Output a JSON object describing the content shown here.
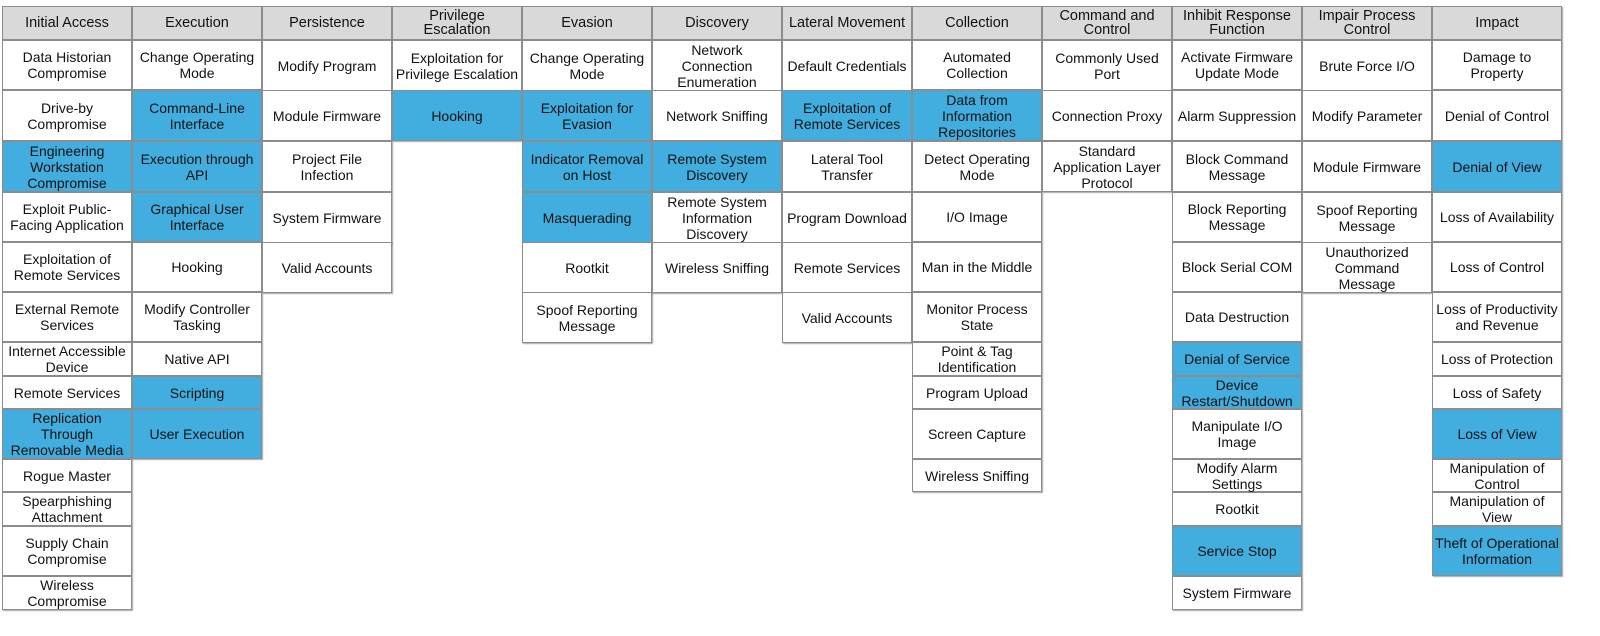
{
  "matrix": {
    "highlight_color": "#41aedf",
    "header_color": "#d9d9d9",
    "columns": [
      {
        "title": "Initial Access",
        "cells": [
          {
            "label": "Data Historian Compromise",
            "highlighted": false
          },
          {
            "label": "Drive-by Compromise",
            "highlighted": false
          },
          {
            "label": "Engineering Workstation Compromise",
            "highlighted": true
          },
          {
            "label": "Exploit Public-Facing Application",
            "highlighted": false
          },
          {
            "label": "Exploitation of Remote Services",
            "highlighted": false
          },
          {
            "label": "External Remote Services",
            "highlighted": false
          },
          {
            "label": "Internet Accessible Device",
            "highlighted": false
          },
          {
            "label": "Remote Services",
            "highlighted": false
          },
          {
            "label": "Replication Through Removable Media",
            "highlighted": true
          },
          {
            "label": "Rogue Master",
            "highlighted": false
          },
          {
            "label": "Spearphishing Attachment",
            "highlighted": false
          },
          {
            "label": "Supply Chain Compromise",
            "highlighted": false
          },
          {
            "label": "Wireless Compromise",
            "highlighted": false
          }
        ]
      },
      {
        "title": "Execution",
        "cells": [
          {
            "label": "Change Operating Mode",
            "highlighted": false
          },
          {
            "label": "Command-Line Interface",
            "highlighted": true
          },
          {
            "label": "Execution through API",
            "highlighted": true
          },
          {
            "label": "Graphical User Interface",
            "highlighted": true
          },
          {
            "label": "Hooking",
            "highlighted": false
          },
          {
            "label": "Modify Controller Tasking",
            "highlighted": false
          },
          {
            "label": "Native API",
            "highlighted": false
          },
          {
            "label": "Scripting",
            "highlighted": true
          },
          {
            "label": "User Execution",
            "highlighted": true
          }
        ]
      },
      {
        "title": "Persistence",
        "cells": [
          {
            "label": "Modify Program",
            "highlighted": false
          },
          {
            "label": "Module Firmware",
            "highlighted": false
          },
          {
            "label": "Project File Infection",
            "highlighted": false
          },
          {
            "label": "System Firmware",
            "highlighted": false
          },
          {
            "label": "Valid Accounts",
            "highlighted": false
          }
        ]
      },
      {
        "title": "Privilege Escalation",
        "cells": [
          {
            "label": "Exploitation for Privilege Escalation",
            "highlighted": false
          },
          {
            "label": "Hooking",
            "highlighted": true
          }
        ]
      },
      {
        "title": "Evasion",
        "cells": [
          {
            "label": "Change Operating Mode",
            "highlighted": false
          },
          {
            "label": "Exploitation for Evasion",
            "highlighted": true
          },
          {
            "label": "Indicator Removal on Host",
            "highlighted": true
          },
          {
            "label": "Masquerading",
            "highlighted": true
          },
          {
            "label": "Rootkit",
            "highlighted": false
          },
          {
            "label": "Spoof Reporting Message",
            "highlighted": false
          }
        ]
      },
      {
        "title": "Discovery",
        "cells": [
          {
            "label": "Network Connection Enumeration",
            "highlighted": false
          },
          {
            "label": "Network Sniffing",
            "highlighted": false
          },
          {
            "label": "Remote System Discovery",
            "highlighted": true
          },
          {
            "label": "Remote System Information Discovery",
            "highlighted": false
          },
          {
            "label": "Wireless Sniffing",
            "highlighted": false
          }
        ]
      },
      {
        "title": "Lateral Movement",
        "cells": [
          {
            "label": "Default Credentials",
            "highlighted": false
          },
          {
            "label": "Exploitation of Remote Services",
            "highlighted": true
          },
          {
            "label": "Lateral Tool Transfer",
            "highlighted": false
          },
          {
            "label": "Program Download",
            "highlighted": false
          },
          {
            "label": "Remote Services",
            "highlighted": false
          },
          {
            "label": "Valid Accounts",
            "highlighted": false
          }
        ]
      },
      {
        "title": "Collection",
        "cells": [
          {
            "label": "Automated Collection",
            "highlighted": false
          },
          {
            "label": "Data from Information Repositories",
            "highlighted": true
          },
          {
            "label": "Detect Operating Mode",
            "highlighted": false
          },
          {
            "label": "I/O Image",
            "highlighted": false
          },
          {
            "label": "Man in the Middle",
            "highlighted": false
          },
          {
            "label": "Monitor Process State",
            "highlighted": false
          },
          {
            "label": "Point & Tag Identification",
            "highlighted": false
          },
          {
            "label": "Program Upload",
            "highlighted": false
          },
          {
            "label": "Screen Capture",
            "highlighted": false
          },
          {
            "label": "Wireless Sniffing",
            "highlighted": false
          }
        ]
      },
      {
        "title": "Command and Control",
        "cells": [
          {
            "label": "Commonly Used Port",
            "highlighted": false
          },
          {
            "label": "Connection Proxy",
            "highlighted": false
          },
          {
            "label": "Standard Application Layer Protocol",
            "highlighted": false
          }
        ]
      },
      {
        "title": "Inhibit Response Function",
        "cells": [
          {
            "label": "Activate Firmware Update Mode",
            "highlighted": false
          },
          {
            "label": "Alarm Suppression",
            "highlighted": false
          },
          {
            "label": "Block Command Message",
            "highlighted": false
          },
          {
            "label": "Block Reporting Message",
            "highlighted": false
          },
          {
            "label": "Block Serial COM",
            "highlighted": false
          },
          {
            "label": "Data Destruction",
            "highlighted": false
          },
          {
            "label": "Denial of Service",
            "highlighted": true
          },
          {
            "label": "Device Restart/Shutdown",
            "highlighted": true
          },
          {
            "label": "Manipulate I/O Image",
            "highlighted": false
          },
          {
            "label": "Modify Alarm Settings",
            "highlighted": false
          },
          {
            "label": "Rootkit",
            "highlighted": false
          },
          {
            "label": "Service Stop",
            "highlighted": true
          },
          {
            "label": "System Firmware",
            "highlighted": false
          }
        ]
      },
      {
        "title": "Impair Process Control",
        "cells": [
          {
            "label": "Brute Force I/O",
            "highlighted": false
          },
          {
            "label": "Modify Parameter",
            "highlighted": false
          },
          {
            "label": "Module Firmware",
            "highlighted": false
          },
          {
            "label": "Spoof Reporting Message",
            "highlighted": false
          },
          {
            "label": "Unauthorized Command Message",
            "highlighted": false
          }
        ]
      },
      {
        "title": "Impact",
        "cells": [
          {
            "label": "Damage to Property",
            "highlighted": false
          },
          {
            "label": "Denial of Control",
            "highlighted": false
          },
          {
            "label": "Denial of View",
            "highlighted": true
          },
          {
            "label": "Loss of Availability",
            "highlighted": false
          },
          {
            "label": "Loss of Control",
            "highlighted": false
          },
          {
            "label": "Loss of Productivity and Revenue",
            "highlighted": false
          },
          {
            "label": "Loss of Protection",
            "highlighted": false
          },
          {
            "label": "Loss of Safety",
            "highlighted": false
          },
          {
            "label": "Loss of View",
            "highlighted": true
          },
          {
            "label": "Manipulation of Control",
            "highlighted": false
          },
          {
            "label": "Manipulation of View",
            "highlighted": false
          },
          {
            "label": "Theft of Operational Information",
            "highlighted": true
          }
        ]
      }
    ]
  }
}
